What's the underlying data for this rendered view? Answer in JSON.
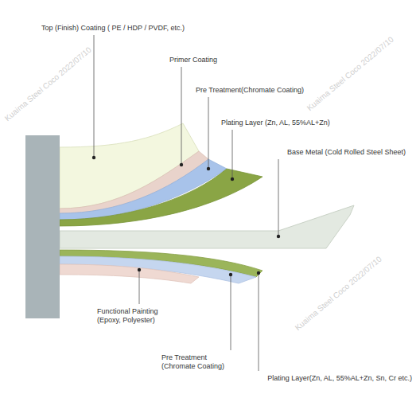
{
  "diagram": {
    "labels": [
      "Top (Finish) Coating ( PE / HDP / PVDF, etc.)",
      "Primer Coating",
      "Pre Treatment(Chromate Coating)",
      "Plating Layer (Zn, AL, 55%AL+Zn)",
      "Base Metal (Cold Rolled Steel Sheet)",
      "Functional Painting (Epoxy, Polyester)",
      "Pre Treatment (Chromate Coating)",
      "Plating Layer(Zn, AL, 55%AL+Zn, Sn, Cr etc.)",
      "Kuaima Steel Coco 2022/07/10",
      "Kuaima Steel Coco 2022/07/10",
      "Kuaima Steel Coco 2022/07/10"
    ]
  }
}
